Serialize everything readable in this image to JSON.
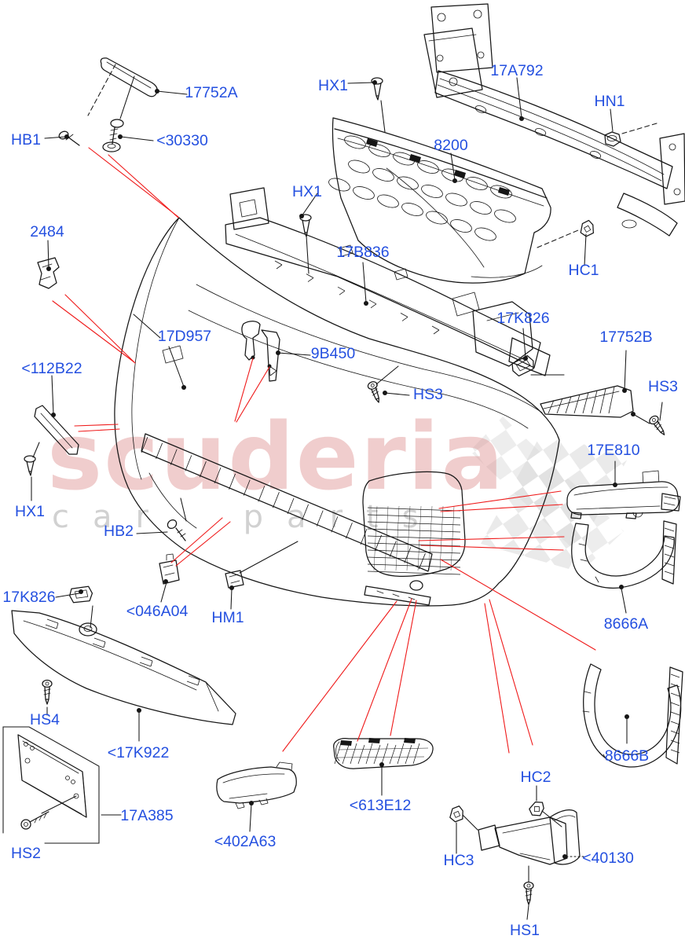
{
  "watermark": {
    "brand": "scuderia",
    "subtitle": "car parts"
  },
  "colors": {
    "label_blue": "#2450e0",
    "leader_red": "#ef1a1a",
    "line_black": "#161616",
    "watermark_pink": "#dc8a8a",
    "watermark_gray": "#c6c6c6",
    "background": "#ffffff"
  },
  "labels": [
    {
      "code": "17752A"
    },
    {
      "code": "HB1"
    },
    {
      "code": "<30330"
    },
    {
      "code": "HX1"
    },
    {
      "code": "17A792"
    },
    {
      "code": "HN1"
    },
    {
      "code": "8200"
    },
    {
      "code": "HX1"
    },
    {
      "code": "17B836"
    },
    {
      "code": "HC1"
    },
    {
      "code": "2484"
    },
    {
      "code": "17D957"
    },
    {
      "code": "9B450"
    },
    {
      "code": "17K826"
    },
    {
      "code": "17752B"
    },
    {
      "code": "<112B22"
    },
    {
      "code": "HS3"
    },
    {
      "code": "HS3"
    },
    {
      "code": "17E810"
    },
    {
      "code": "HX1"
    },
    {
      "code": "HB2"
    },
    {
      "code": "17K826"
    },
    {
      "code": "<046A04"
    },
    {
      "code": "HM1"
    },
    {
      "code": "8666A"
    },
    {
      "code": "HS4"
    },
    {
      "code": "<17K922"
    },
    {
      "code": "17A385"
    },
    {
      "code": "HS2"
    },
    {
      "code": "<402A63"
    },
    {
      "code": "<613E12"
    },
    {
      "code": "8666B"
    },
    {
      "code": "HC2"
    },
    {
      "code": "HC3"
    },
    {
      "code": "<40130"
    },
    {
      "code": "HS1"
    }
  ]
}
